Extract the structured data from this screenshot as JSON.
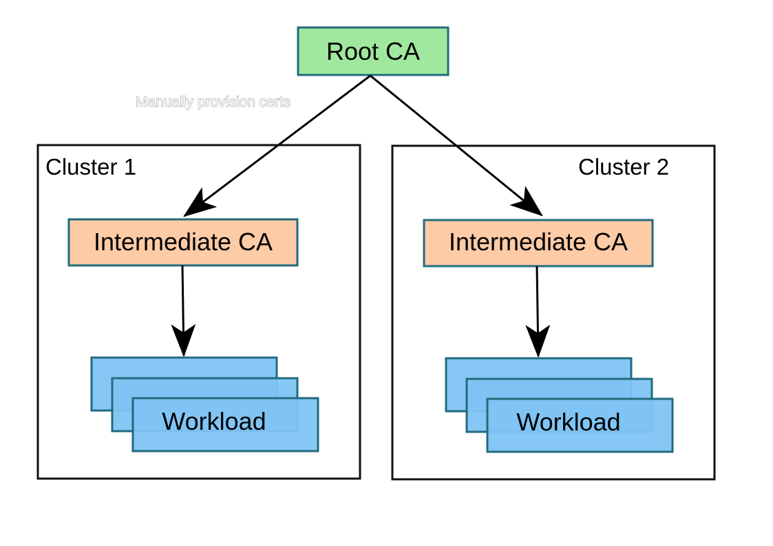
{
  "diagram": {
    "root": {
      "label": "Root CA"
    },
    "note": {
      "label": "Manually provision certs"
    },
    "clusters": [
      {
        "title": "Cluster 1",
        "intermediate": {
          "label": "Intermediate CA"
        },
        "workload": {
          "label": "Workload"
        }
      },
      {
        "title": "Cluster 2",
        "intermediate": {
          "label": "Intermediate CA"
        },
        "workload": {
          "label": "Workload"
        }
      }
    ],
    "colors": {
      "root_fill": "#9fe89e",
      "box_stroke": "#216b7d",
      "intermediate_fill": "#fdcba6",
      "workload_fill": "#7fc4f4",
      "cluster_stroke": "#111111",
      "arrow": "#000000"
    }
  }
}
